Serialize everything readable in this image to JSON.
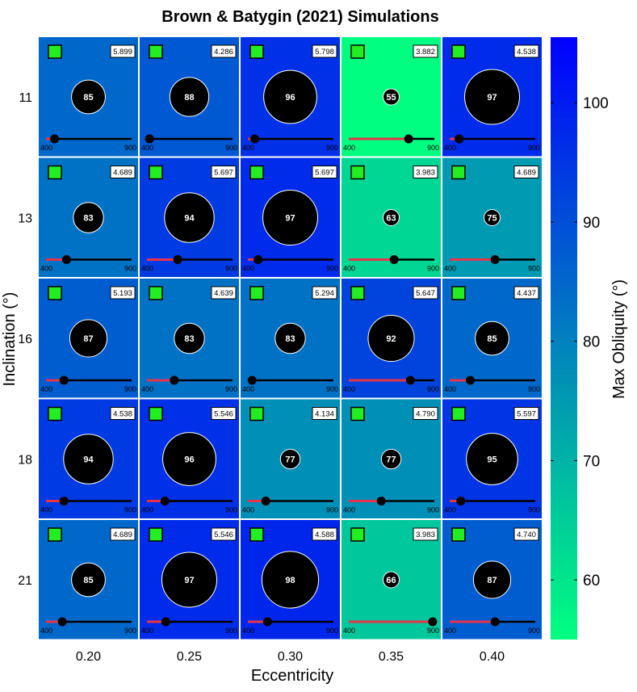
{
  "chart_data": {
    "type": "heatmap",
    "title": "Brown & Batygin (2021) Simulations",
    "xlabel": "Eccentricity",
    "ylabel": "Inclination (°)",
    "colorbar_label": "Max Obliquity (°)",
    "x_categories": [
      "0.20",
      "0.25",
      "0.30",
      "0.35",
      "0.40"
    ],
    "y_categories": [
      "11",
      "13",
      "16",
      "18",
      "21"
    ],
    "colorbar": {
      "range": [
        55,
        105.5
      ],
      "ticks": [
        60,
        70,
        80,
        90,
        100
      ],
      "color_low": "#00ff80",
      "color_high": "#0000ff"
    },
    "slider_range": {
      "min": 400,
      "max": 900,
      "min_label": "400",
      "max_label": "900"
    },
    "marker_color": "#22ee22",
    "cells": [
      {
        "inclination": "11",
        "eccentricity": "0.20",
        "max_obliquity": 85,
        "box_value": "5.899",
        "slider_value": 450
      },
      {
        "inclination": "11",
        "eccentricity": "0.25",
        "max_obliquity": 88,
        "box_value": "4.286",
        "slider_value": 415
      },
      {
        "inclination": "11",
        "eccentricity": "0.30",
        "max_obliquity": 96,
        "box_value": "5.798",
        "slider_value": 440
      },
      {
        "inclination": "11",
        "eccentricity": "0.35",
        "max_obliquity": 55,
        "box_value": "3.882",
        "slider_value": 750
      },
      {
        "inclination": "11",
        "eccentricity": "0.40",
        "max_obliquity": 97,
        "box_value": "4.538",
        "slider_value": 455
      },
      {
        "inclination": "13",
        "eccentricity": "0.20",
        "max_obliquity": 83,
        "box_value": "4.689",
        "slider_value": 520
      },
      {
        "inclination": "13",
        "eccentricity": "0.25",
        "max_obliquity": 94,
        "box_value": "5.697",
        "slider_value": 580
      },
      {
        "inclination": "13",
        "eccentricity": "0.30",
        "max_obliquity": 97,
        "box_value": "5.697",
        "slider_value": 460
      },
      {
        "inclination": "13",
        "eccentricity": "0.35",
        "max_obliquity": 63,
        "box_value": "3.983",
        "slider_value": 665
      },
      {
        "inclination": "13",
        "eccentricity": "0.40",
        "max_obliquity": 75,
        "box_value": "4.689",
        "slider_value": 665
      },
      {
        "inclination": "16",
        "eccentricity": "0.20",
        "max_obliquity": 87,
        "box_value": "5.193",
        "slider_value": 505
      },
      {
        "inclination": "16",
        "eccentricity": "0.25",
        "max_obliquity": 83,
        "box_value": "4.639",
        "slider_value": 560
      },
      {
        "inclination": "16",
        "eccentricity": "0.30",
        "max_obliquity": 83,
        "box_value": "5.294",
        "slider_value": 425
      },
      {
        "inclination": "16",
        "eccentricity": "0.35",
        "max_obliquity": 92,
        "box_value": "5.647",
        "slider_value": 760
      },
      {
        "inclination": "16",
        "eccentricity": "0.40",
        "max_obliquity": 85,
        "box_value": "4.437",
        "slider_value": 520
      },
      {
        "inclination": "18",
        "eccentricity": "0.20",
        "max_obliquity": 94,
        "box_value": "4.538",
        "slider_value": 505
      },
      {
        "inclination": "18",
        "eccentricity": "0.25",
        "max_obliquity": 96,
        "box_value": "5.546",
        "slider_value": 505
      },
      {
        "inclination": "18",
        "eccentricity": "0.30",
        "max_obliquity": 77,
        "box_value": "4.134",
        "slider_value": 505
      },
      {
        "inclination": "18",
        "eccentricity": "0.35",
        "max_obliquity": 77,
        "box_value": "4.790",
        "slider_value": 590
      },
      {
        "inclination": "18",
        "eccentricity": "0.40",
        "max_obliquity": 95,
        "box_value": "5.597",
        "slider_value": 465
      },
      {
        "inclination": "21",
        "eccentricity": "0.20",
        "max_obliquity": 85,
        "box_value": "4.689",
        "slider_value": 495
      },
      {
        "inclination": "21",
        "eccentricity": "0.25",
        "max_obliquity": 97,
        "box_value": "5.546",
        "slider_value": 510
      },
      {
        "inclination": "21",
        "eccentricity": "0.30",
        "max_obliquity": 98,
        "box_value": "4.588",
        "slider_value": 515
      },
      {
        "inclination": "21",
        "eccentricity": "0.35",
        "max_obliquity": 66,
        "box_value": "3.983",
        "slider_value": 890
      },
      {
        "inclination": "21",
        "eccentricity": "0.40",
        "max_obliquity": 87,
        "box_value": "4.740",
        "slider_value": 665
      }
    ]
  }
}
